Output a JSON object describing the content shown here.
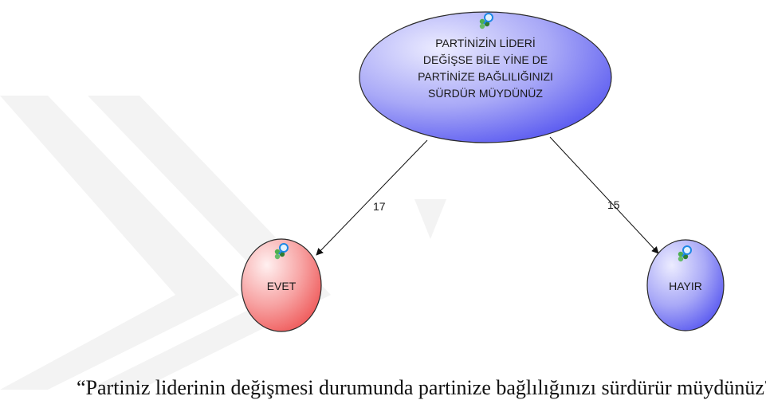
{
  "diagram": {
    "root": {
      "lines": [
        "PARTİNİZİN LİDERİ",
        "DEĞİŞSE BİLE YİNE DE",
        "PARTİNİZE BAĞLILIĞINIZI",
        "SÜRDÜR MÜYDÜNÜZ"
      ],
      "fill_light": "#ececff",
      "fill_dark": "#5a5af0"
    },
    "children": [
      {
        "label": "EVET",
        "count": "17",
        "fill_light": "#fff0f0",
        "fill_dark": "#ef5a5a"
      },
      {
        "label": "HAYIR",
        "count": "15",
        "fill_light": "#ececff",
        "fill_dark": "#5a5af0"
      }
    ],
    "node_icon": "database-search-icon"
  },
  "caption": "“Partiniz liderinin değişmesi durumunda partinize bağlılığınızı sürdürür müydünüz?”"
}
